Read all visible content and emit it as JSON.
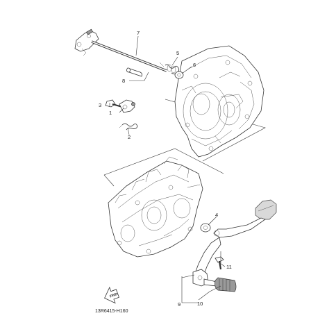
{
  "diagram_code": "13R6415-H160",
  "fwd_label": "FWD",
  "callouts": {
    "c1": "1",
    "c2": "2",
    "c3": "3",
    "c4": "4",
    "c5": "5",
    "c6": "6",
    "c7": "7",
    "c8": "8",
    "c9": "9",
    "c10": "10",
    "c11": "11"
  },
  "colors": {
    "line": "#333333",
    "shade": "#d9d9d9",
    "dark": "#9a9a9a"
  }
}
